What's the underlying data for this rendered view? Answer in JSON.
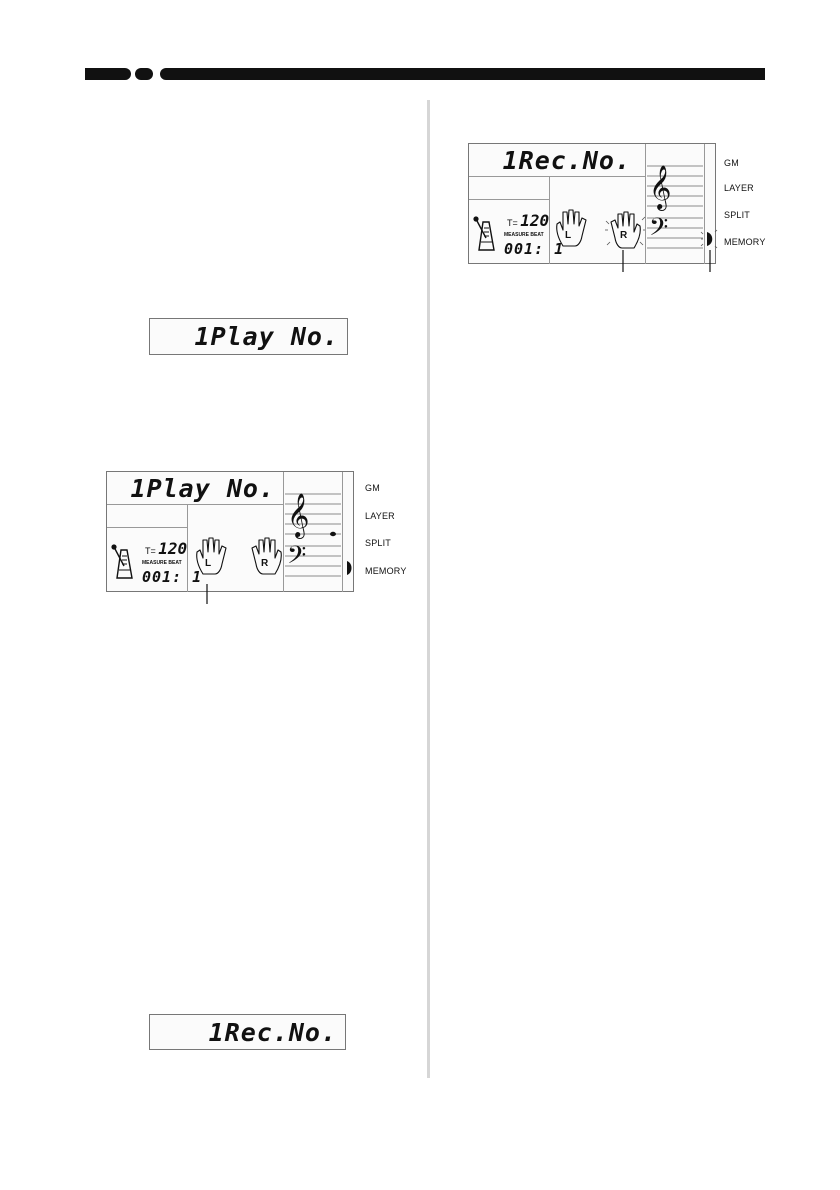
{
  "display_1": {
    "number": "1",
    "text": "Play No."
  },
  "panel_play": {
    "number": "1",
    "text": "Play No.",
    "tempo_prefix": "T=",
    "tempo_value": "120",
    "measure_label": "MEASURE",
    "beat_label": "BEAT",
    "counter": "001: 1",
    "left_hand": "L",
    "right_hand": "R",
    "modes": [
      "GM",
      "LAYER",
      "SPLIT",
      "MEMORY"
    ]
  },
  "panel_rec": {
    "number": "1",
    "text": "Rec.No.",
    "tempo_prefix": "T=",
    "tempo_value": "120",
    "measure_label": "MEASURE",
    "beat_label": "BEAT",
    "counter": "001: 1",
    "left_hand": "L",
    "right_hand": "R",
    "modes": [
      "GM",
      "LAYER",
      "SPLIT",
      "MEMORY"
    ]
  },
  "display_2": {
    "number": "1",
    "text": "Rec.No."
  }
}
